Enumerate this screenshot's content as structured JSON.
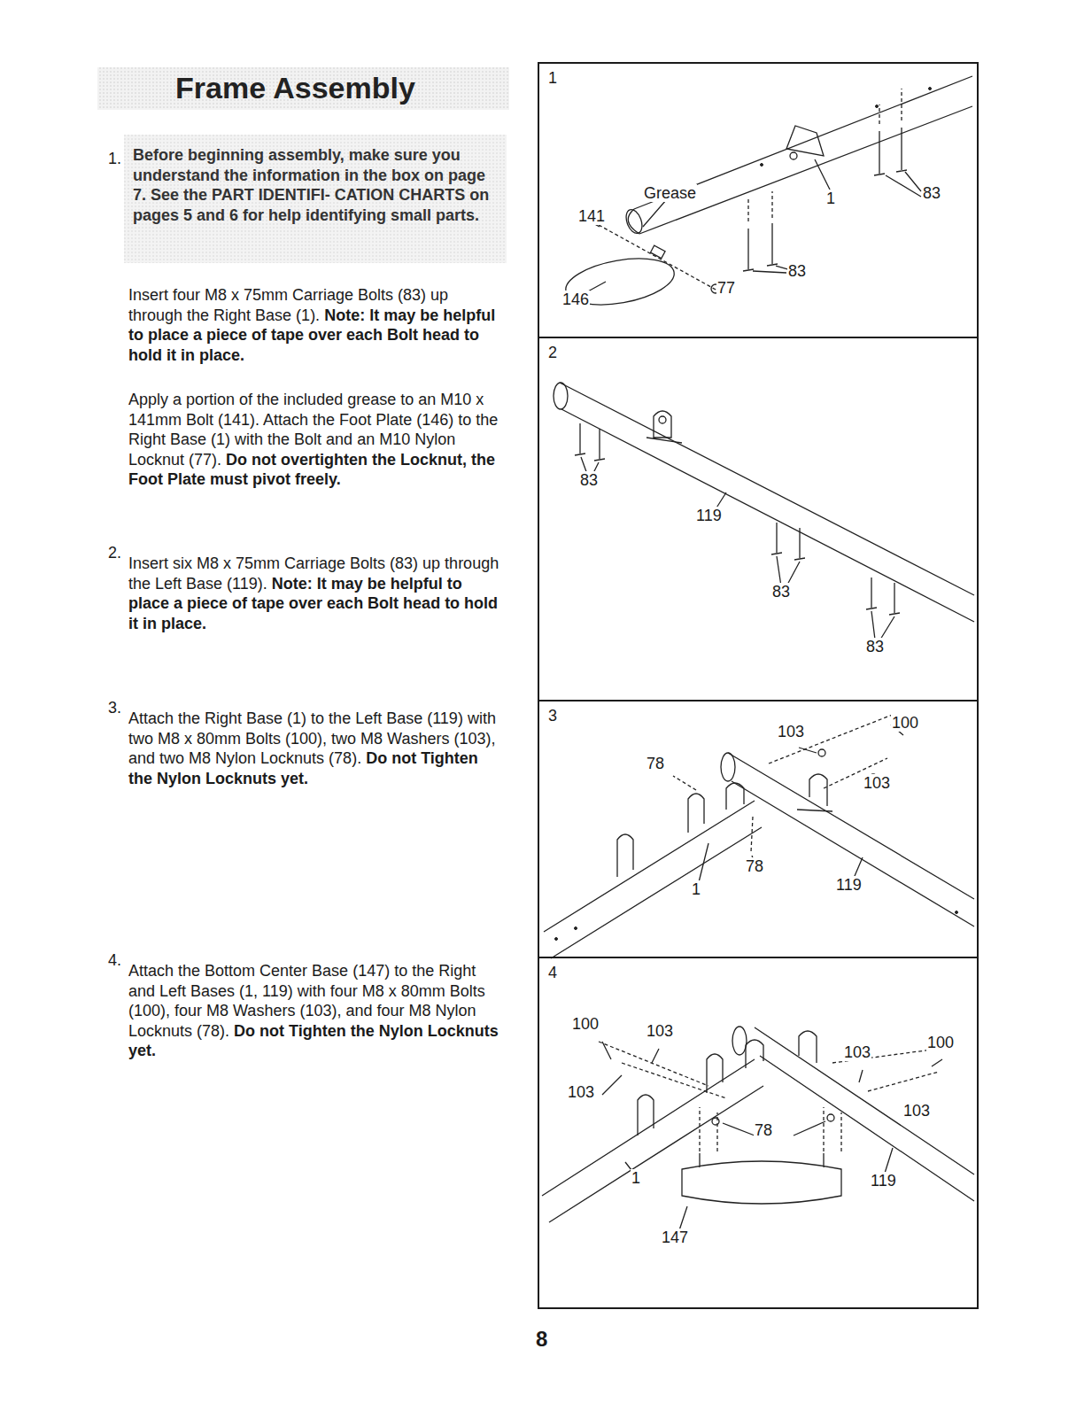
{
  "diagram": {
    "title": "Frame Assembly",
    "nodes": [
      {
        "text": [
          "Before beginning assembly, make sure you understand the information in the box on page 7. See the PART IDENTIFI- CATION CHARTS on pages 5 and 6 for help identifying small parts."
        ]
      },
      {
        "text": [
          "1"
        ]
      },
      {
        "text": [
          "2"
        ]
      },
      {
        "text": [
          "3"
        ]
      },
      {
        "text": [
          "4"
        ]
      }
    ],
    "labels": [
      "1.",
      "Insert four M8 x 75mm Carriage Bolts (83) up through the Right Base (1).",
      "Note: It may be helpful to place a piece of tape over each Bolt head to hold it in place.",
      "Apply a portion of the included grease to an M10 x 141mm Bolt (141). Attach the Foot Plate (146) to the Right Base (1) with the Bolt and an M10 Nylon Locknut (77).",
      "Do not overtighten the Locknut, the Foot Plate must pivot freely.",
      "2.",
      "Insert six M8 x 75mm Carriage Bolts (83) up through the Left Base (119).",
      "Note: It may be helpful to place a piece of tape over each Bolt head to hold it in place.",
      "3.",
      "Attach the Right Base (1) to the Left Base (119) with two M8 x 80mm Bolts (100), two M8 Washers (103), and two M8 Nylon Locknuts (78).",
      "Do not Tighten the Nylon Locknuts yet.",
      "4.",
      "Attach the Bottom Center Base (147) to the Right and Left Bases (1, 119) with four M8 x 80mm Bolts (100), four M8 Washers (103), and four M8 Nylon Locknuts (78).",
      "Do not Tighten the Nylon Locknuts yet.",
      "Grease",
      "141",
      "146",
      "77",
      "1",
      "83",
      "83",
      "83",
      "119",
      "83",
      "83",
      "103",
      "100",
      "78",
      "103",
      "78",
      "1",
      "119",
      "100",
      "103",
      "103",
      "103",
      "100",
      "78",
      "103",
      "1",
      "119",
      "147",
      "8"
    ]
  }
}
